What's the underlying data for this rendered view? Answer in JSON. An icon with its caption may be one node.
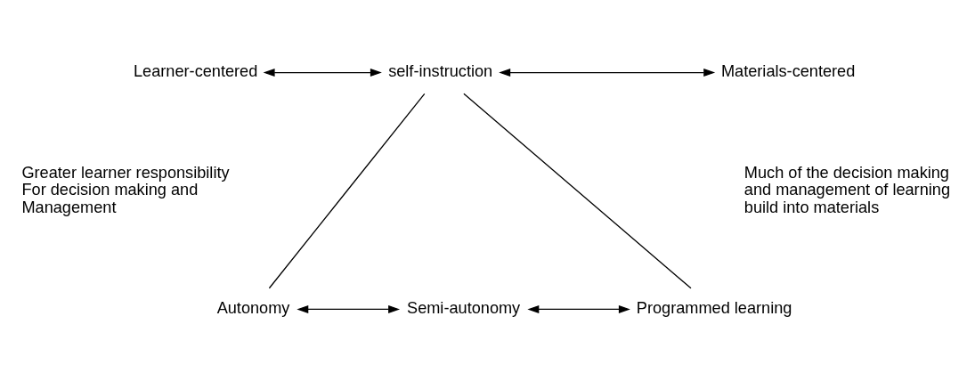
{
  "diagram": {
    "nodes": [
      {
        "text": [
          "Learner-centered"
        ]
      },
      {
        "text": [
          "self-instruction"
        ]
      },
      {
        "text": [
          "Materials-centered"
        ]
      },
      {
        "text": [
          "Autonomy"
        ]
      },
      {
        "text": [
          "Semi-autonomy"
        ]
      },
      {
        "text": [
          "Programmed learning"
        ]
      }
    ],
    "edges": [
      {
        "from": 0,
        "to": 1,
        "arrow": "both"
      },
      {
        "from": 1,
        "to": 2,
        "arrow": "both"
      },
      {
        "from": 1,
        "to": 3,
        "arrow": "none"
      },
      {
        "from": 1,
        "to": 5,
        "arrow": "none"
      },
      {
        "from": 3,
        "to": 4,
        "arrow": "both"
      },
      {
        "from": 4,
        "to": 5,
        "arrow": "both"
      }
    ],
    "labels": [
      "Greater learner responsibility For decision making and Management",
      "Much of the decision making and management of learning build into materials"
    ]
  }
}
